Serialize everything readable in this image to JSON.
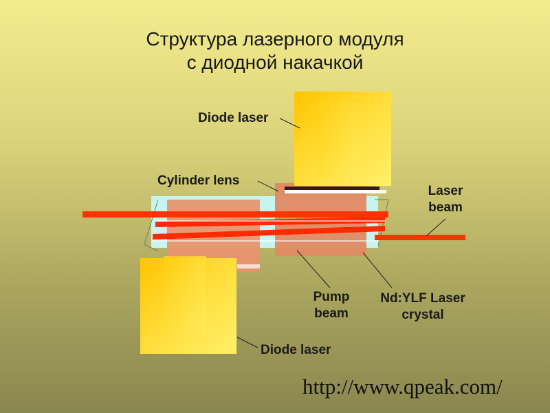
{
  "slide": {
    "title_line1": "Структура лазерного модуля",
    "title_line2": "с диодной накачкой"
  },
  "labels": {
    "diode_laser_top": "Diode laser",
    "cylinder_lens": "Cylinder lens",
    "laser_beam_line1": "Laser",
    "laser_beam_line2": "beam",
    "pump_beam_line1": "Pump",
    "pump_beam_line2": "beam",
    "crystal_line1": "Nd:YLF Laser",
    "crystal_line2": "crystal",
    "diode_laser_bottom": "Diode laser"
  },
  "source_url": "http://www.qpeak.com/",
  "colors": {
    "diode_yellow": "#ffd21a",
    "pump_orange": "#e8936e",
    "beam_red": "#ff3300",
    "crystal_cyan": "#c8f4f0"
  }
}
